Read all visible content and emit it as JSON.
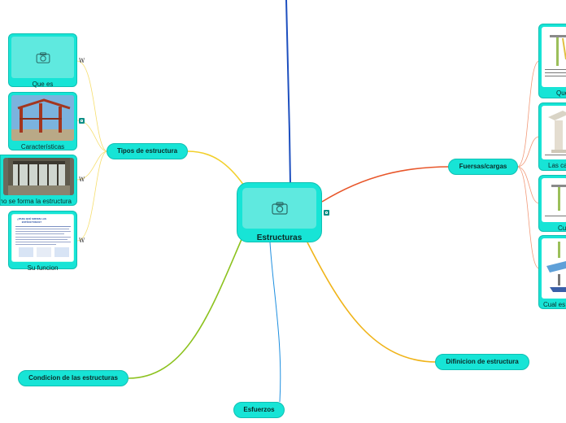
{
  "center": {
    "label": "Estructuras"
  },
  "topics": {
    "tipos": "Tipos de estructura",
    "fuersas": "Fuersas/cargas",
    "condicion": "Condicion de las estructuras",
    "esfuerzos": "Esfuerzos",
    "definicion": "Difinicion de estructura"
  },
  "tipos_children": [
    {
      "label": "Que es",
      "marker": "W"
    },
    {
      "label": "Características",
      "marker": "link"
    },
    {
      "label": "Como se forma la estructura",
      "marker": "W"
    },
    {
      "label": "Su funcion",
      "marker": "W"
    }
  ],
  "fuersas_children": [
    {
      "label": "Que es"
    },
    {
      "label": "Las cargas"
    },
    {
      "label": "Cuales"
    },
    {
      "label": "Cual es"
    }
  ],
  "doc_thumb": {
    "heading": "¿PARA QUÉ SIRVEN LAS ESTRUCTURAS?"
  },
  "colors": {
    "node_fill": "#17e4d6",
    "edge_tipos": "#f2cf2a",
    "edge_fuersas": "#e8562a",
    "edge_condicion": "#8cc21e",
    "edge_esfuerzos": "#1e8fe0",
    "edge_definicion": "#f0b419",
    "edge_top": "#1d4fbf"
  }
}
